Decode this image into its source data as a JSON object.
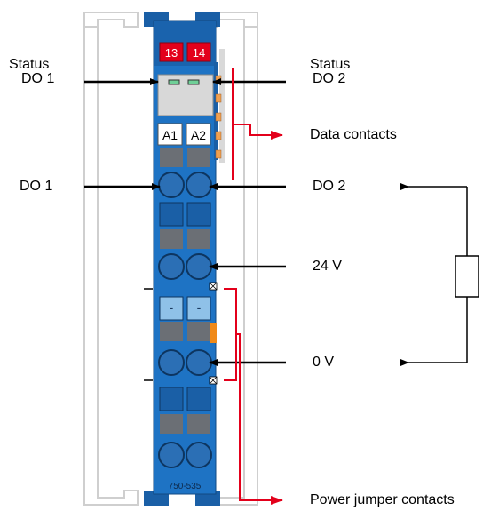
{
  "module": {
    "part_number": "750-535",
    "header_numbers": [
      "13",
      "14"
    ],
    "channel_labels": [
      "A1",
      "A2"
    ],
    "minus_labels": [
      "-",
      "-"
    ]
  },
  "labels": {
    "status_do1": [
      "Status",
      "DO 1"
    ],
    "status_do2": [
      "Status",
      "DO 2"
    ],
    "data_contacts": "Data contacts",
    "do1": "DO 1",
    "do2": "DO 2",
    "v24": "24 V",
    "v0": "0 V",
    "power_jumper_contacts": "Power jumper contacts"
  },
  "colors": {
    "module_blue": "#1e73c4",
    "module_dark_blue": "#1a5fa6",
    "red_marker": "#e3001b",
    "arrow_black": "#000000",
    "housing_gray": "#d4d4d4",
    "contact_orange": "#f0a050"
  }
}
